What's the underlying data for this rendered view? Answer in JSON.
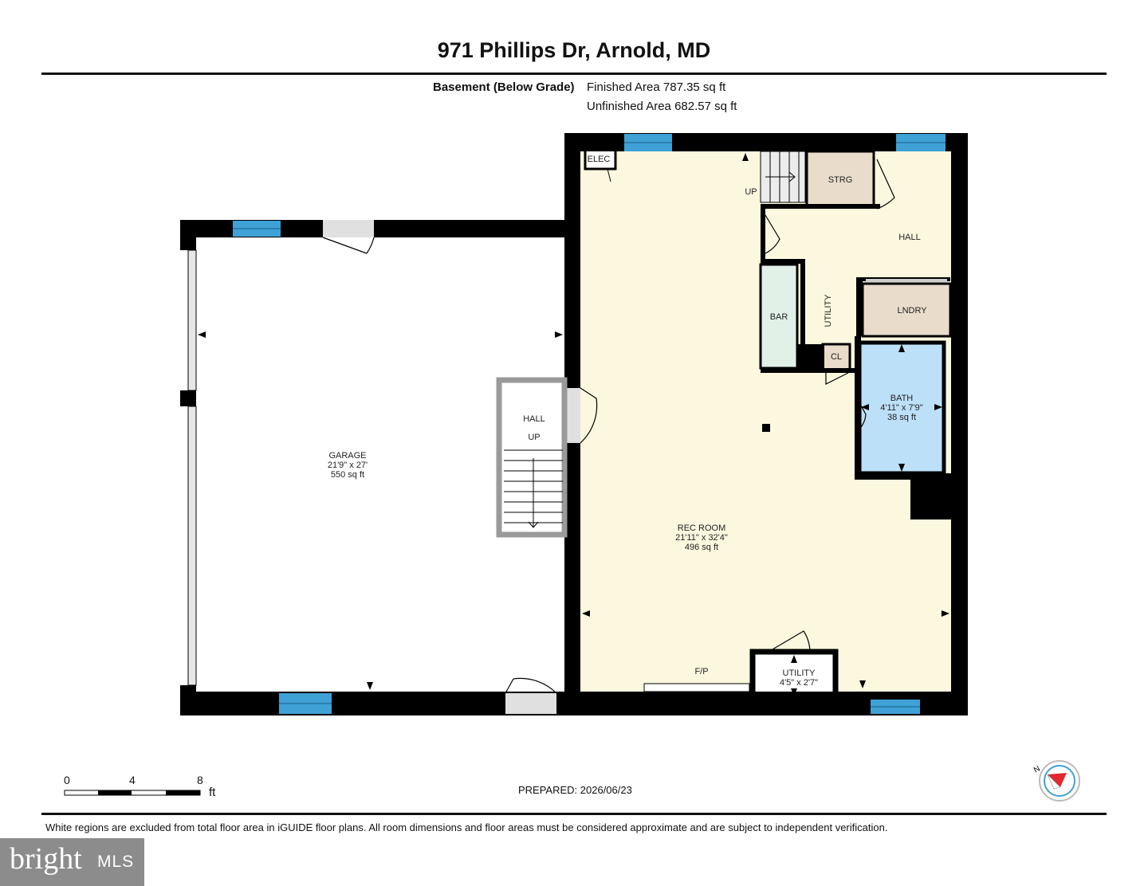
{
  "header": {
    "title": "971 Phillips Dr, Arnold, MD",
    "floor_name": "Basement (Below Grade)",
    "finished_area": "Finished Area 787.35 sq ft",
    "unfinished_area": "Unfinished Area 682.57 sq ft"
  },
  "rooms": {
    "garage": {
      "name": "GARAGE",
      "dims": "21'9\" x 27'",
      "area": "550 sq ft"
    },
    "rec_room": {
      "name": "REC ROOM",
      "dims": "21'11\" x 32'4\"",
      "area": "496 sq ft"
    },
    "bath": {
      "name": "BATH",
      "dims": "4'11\" x 7'9\"",
      "area": "38 sq ft"
    },
    "utility_small": {
      "name": "UTILITY",
      "dims": "4'5\" x 2'7\""
    },
    "utility_vertical": "UTILITY",
    "hall_stair": "HALL",
    "hall_stair_up": "UP",
    "hall_upper": "HALL",
    "stair_up": "UP",
    "elec": "ELEC",
    "strg": "STRG",
    "bar": "BAR",
    "lndry": "LNDRY",
    "cl": "CL",
    "fp": "F/P"
  },
  "scale": {
    "ticks": [
      "0",
      "4",
      "8"
    ],
    "unit": "ft"
  },
  "compass": {
    "label": "N"
  },
  "prepared": "PREPARED: 2026/06/23",
  "footnote": "White regions are excluded from total floor area in iGUIDE floor plans. All room dimensions and floor areas must be considered approximate and are subject to independent verification.",
  "logo": {
    "brand": "bright",
    "suffix": "MLS"
  },
  "colors": {
    "wall": "#000000",
    "window": "#3fa1d6",
    "rec_fill": "#fbf8df",
    "bath_fill": "#bde0f9",
    "bar_fill": "#e1f1e8",
    "storage_fill": "#e9dccb"
  }
}
